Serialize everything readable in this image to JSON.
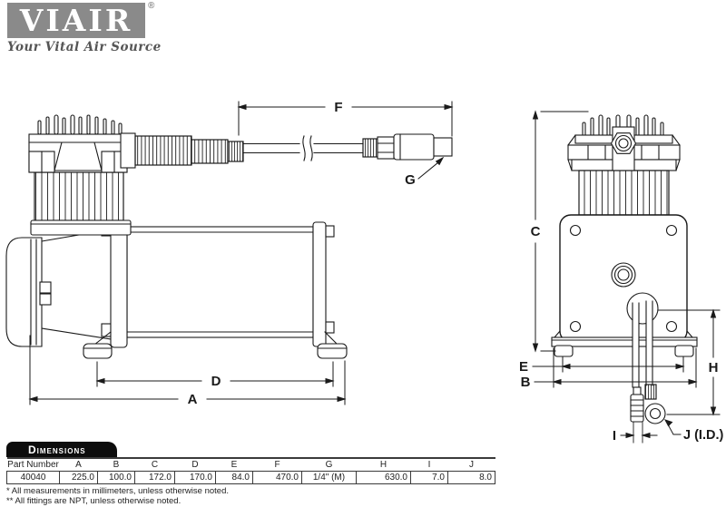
{
  "logo": {
    "brand": "VIAIR",
    "registered": "®",
    "tagline": "Your Vital Air Source"
  },
  "drawing": {
    "labels": {
      "A": "A",
      "B": "B",
      "C": "C",
      "D": "D",
      "E": "E",
      "F": "F",
      "G": "G",
      "H": "H",
      "I": "I",
      "J": "J (I.D.)"
    }
  },
  "dimensions_table": {
    "tab_title": "Dimensions",
    "headers": [
      "Part Number",
      "A",
      "B",
      "C",
      "D",
      "E",
      "F",
      "G",
      "H",
      "I",
      "J"
    ],
    "row": [
      "40040",
      "225.0",
      "100.0",
      "172.0",
      "170.0",
      "84.0",
      "470.0",
      "1/4\" (M)",
      "630.0",
      "7.0",
      "8.0"
    ],
    "footnotes": [
      "* All measurements in millimeters, unless otherwise noted.",
      "** All fittings are NPT, unless otherwise noted."
    ]
  },
  "colors": {
    "line": "#1a1a1a",
    "logo_gray": "#8a8a8a",
    "tagline_gray": "#555555",
    "tab_black": "#0d0d0d",
    "table_border": "#3a3a3a"
  }
}
